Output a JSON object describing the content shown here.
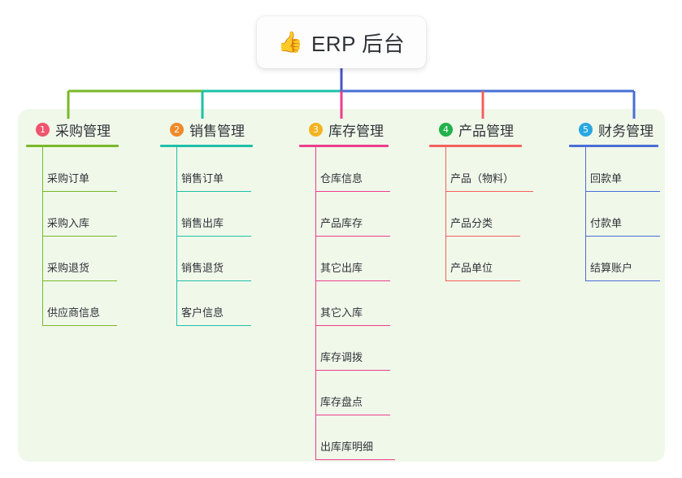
{
  "root": {
    "icon": "thumbs-up-icon",
    "emoji": "👍",
    "title": "ERP 后台"
  },
  "palette": {
    "panel_bg": "#f0f8ea",
    "canvas_bg": "#ffffff",
    "root_stem": "#4a53c4",
    "text": "#2f3338"
  },
  "columns": [
    {
      "index": "1",
      "badge_label": "1",
      "badge_color": "#f2536d",
      "line_color": "#7ab929",
      "title": "采购管理",
      "items": [
        {
          "label": "采购订单"
        },
        {
          "label": "采购入库"
        },
        {
          "label": "采购退货"
        },
        {
          "label": "供应商信息"
        }
      ]
    },
    {
      "index": "2",
      "badge_label": "2",
      "badge_color": "#f08a2a",
      "line_color": "#1fc0a8",
      "title": "销售管理",
      "items": [
        {
          "label": "销售订单"
        },
        {
          "label": "销售出库"
        },
        {
          "label": "销售退货"
        },
        {
          "label": "客户信息"
        }
      ]
    },
    {
      "index": "3",
      "badge_label": "3",
      "badge_color": "#f5b221",
      "line_color": "#ec3e8c",
      "title": "库存管理",
      "items": [
        {
          "label": "仓库信息"
        },
        {
          "label": "产品库存"
        },
        {
          "label": "其它出库"
        },
        {
          "label": "其它入库"
        },
        {
          "label": "库存调拨"
        },
        {
          "label": "库存盘点"
        },
        {
          "label": "出库库明细"
        }
      ]
    },
    {
      "index": "4",
      "badge_label": "4",
      "badge_color": "#22b14c",
      "line_color": "#f4605c",
      "title": "产品管理",
      "items": [
        {
          "label": "产品（物料）"
        },
        {
          "label": "产品分类"
        },
        {
          "label": "产品单位"
        }
      ]
    },
    {
      "index": "5",
      "badge_label": "5",
      "badge_color": "#29a7e1",
      "line_color": "#4a6fd4",
      "title": "财务管理",
      "items": [
        {
          "label": "回款单"
        },
        {
          "label": "付款单"
        },
        {
          "label": "结算账户"
        }
      ]
    }
  ],
  "connector_segments": [
    {
      "name": "trunk-green",
      "color": "#7ab929"
    },
    {
      "name": "trunk-teal",
      "color": "#1fc0a8"
    },
    {
      "name": "trunk-blue",
      "color": "#4a6fd4"
    }
  ]
}
